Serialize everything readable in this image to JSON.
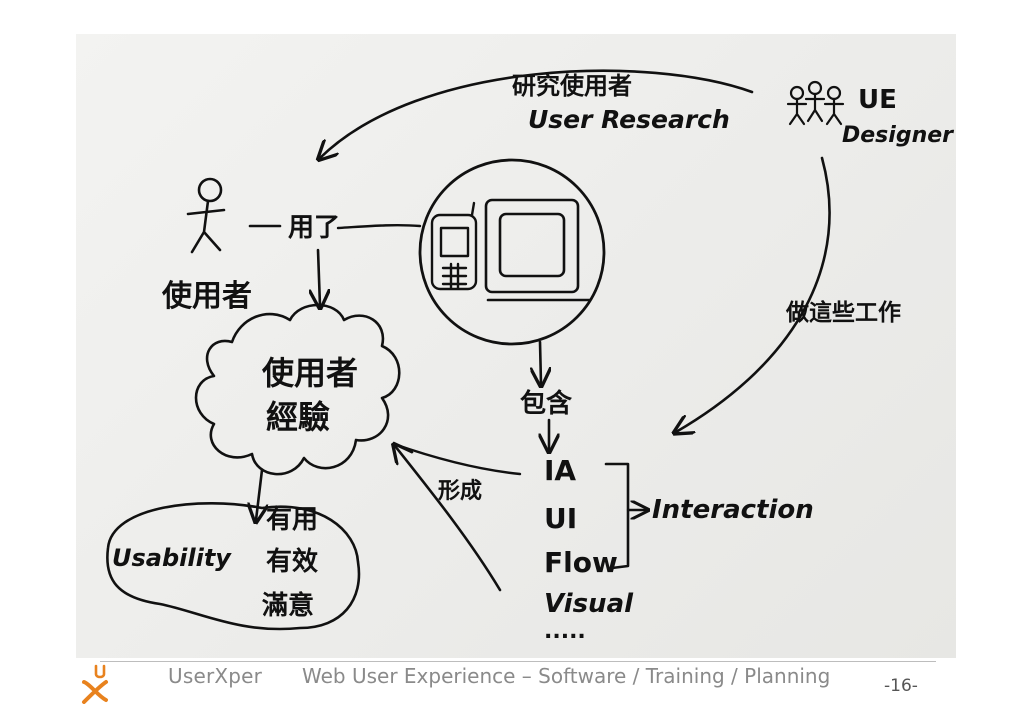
{
  "diagram": {
    "research_zh": "研究使用者",
    "research_en": "User Research",
    "designer_label_1": "UE",
    "designer_label_2": "Designer",
    "user_label": "使用者",
    "use_label": "用了",
    "cloud_line_1": "使用者",
    "cloud_line_2": "經驗",
    "do_work": "做這些工作",
    "contains": "包含",
    "forms": "形成",
    "components": [
      "IA",
      "UI",
      "Flow",
      "Visual",
      "....."
    ],
    "interaction": "Interaction",
    "usability": "Usability",
    "usability_terms": [
      "有用",
      "有效",
      "滿意"
    ]
  },
  "footer": {
    "brand": "UserXper",
    "tagline": "Web User Experience – Software / Training / Planning",
    "page_number": "-16-"
  },
  "colors": {
    "ink": "#111111",
    "paper": "#eeeeec",
    "footer_text": "#8a8a8a",
    "logo_orange": "#e8821e"
  }
}
